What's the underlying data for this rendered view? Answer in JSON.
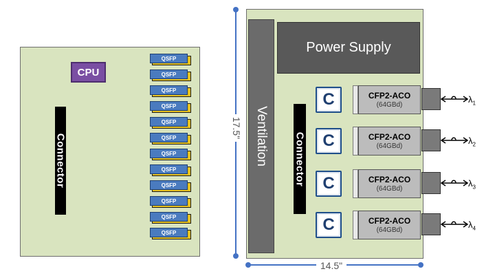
{
  "left_board": {
    "cpu_label": "CPU",
    "connector_label": "Connector",
    "qsfp_ports": [
      "QSFP",
      "QSFP",
      "QSFP",
      "QSFP",
      "QSFP",
      "QSFP",
      "QSFP",
      "QSFP",
      "QSFP",
      "QSFP",
      "QSFP",
      "QSFP"
    ]
  },
  "right_board": {
    "ventilation_label": "Ventilation",
    "power_supply_label": "Power Supply",
    "connector_label": "Connector",
    "modules": [
      {
        "c_label": "C",
        "name": "CFP2-ACO",
        "rate": "(64GBd)",
        "lambda": "λ",
        "lambda_sub": "1"
      },
      {
        "c_label": "C",
        "name": "CFP2-ACO",
        "rate": "(64GBd)",
        "lambda": "λ",
        "lambda_sub": "2"
      },
      {
        "c_label": "C",
        "name": "CFP2-ACO",
        "rate": "(64GBd)",
        "lambda": "λ",
        "lambda_sub": "3"
      },
      {
        "c_label": "C",
        "name": "CFP2-ACO",
        "rate": "(64GBd)",
        "lambda": "λ",
        "lambda_sub": "4"
      }
    ],
    "height_dimension": "17.5\"",
    "width_dimension": "14.5\""
  },
  "colors": {
    "board": "#d9e4bf",
    "cpu": "#7a4fa3",
    "qsfp": "#4a7bbf",
    "dimension_line": "#4472c4"
  }
}
